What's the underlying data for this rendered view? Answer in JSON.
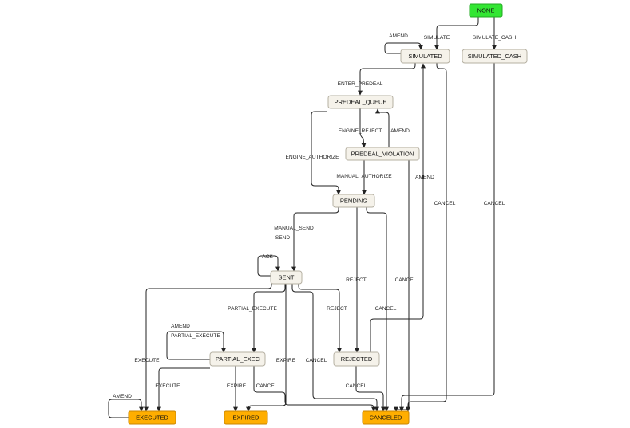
{
  "colors": {
    "initial_fill": "#33e633",
    "initial_stroke": "#22a822",
    "state_fill": "#f5f2ea",
    "state_stroke": "#b5b0a2",
    "final_fill": "#ffae00",
    "final_stroke": "#c98600",
    "edge": "#222222"
  },
  "states": {
    "none": "NONE",
    "simulated": "SIMULATED",
    "simulated_cash": "SIMULATED_CASH",
    "predeal_queue": "PREDEAL_QUEUE",
    "predeal_violation": "PREDEAL_VIOLATION",
    "pending": "PENDING",
    "sent": "SENT",
    "partial_exec": "PARTIAL_EXEC",
    "rejected": "REJECTED",
    "executed": "EXECUTED",
    "expired": "EXPIRED",
    "canceled": "CANCELED"
  },
  "transitions": {
    "simulate": "SIMULATE",
    "simulate_cash": "SIMULATE_CASH",
    "amend_simulated": "AMEND",
    "enter_predeal": "ENTER_PREDEAL",
    "engine_reject": "ENGINE_REJECT",
    "amend_violation": "AMEND",
    "engine_authorize": "ENGINE_AUTHORIZE",
    "manual_authorize": "MANUAL_AUTHORIZE",
    "amend_rejected": "AMEND",
    "cancel_simulated": "CANCEL",
    "cancel_simulated_cash": "CANCEL",
    "manual_send": "MANUAL_SEND",
    "send": "SEND",
    "ack": "ACK",
    "cancel_violation": "CANCEL",
    "reject_pending": "REJECT",
    "cancel_pending": "CANCEL",
    "partial_execute": "PARTIAL_EXECUTE",
    "reject_sent": "REJECT",
    "amend_partial": "AMEND",
    "partial_execute_self": "PARTIAL_EXECUTE",
    "execute_sent": "EXECUTE",
    "expire_sent": "EXPIRE",
    "cancel_sent": "CANCEL",
    "execute_partial": "EXECUTE",
    "expire_partial": "EXPIRE",
    "cancel_partial": "CANCEL",
    "cancel_rejected": "CANCEL",
    "amend_executed": "AMEND"
  }
}
